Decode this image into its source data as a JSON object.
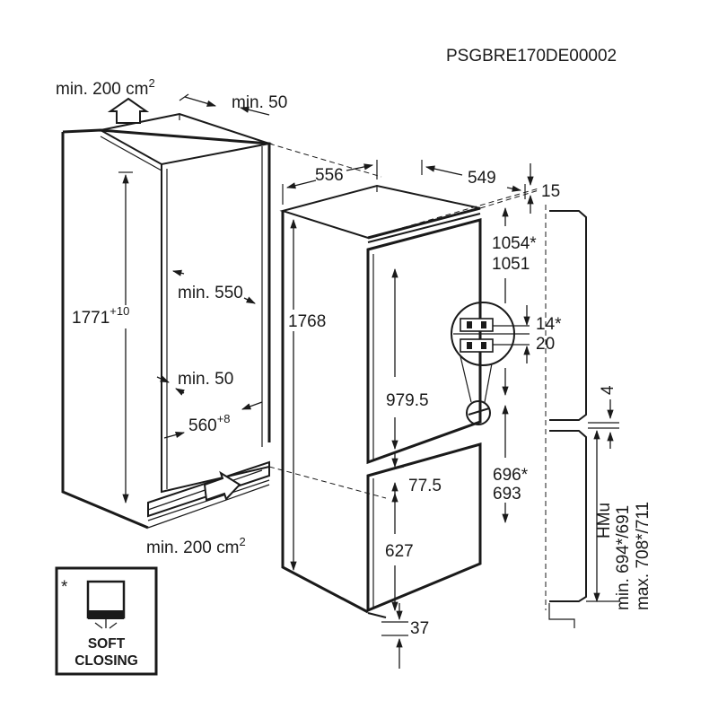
{
  "document_code": "PSGBRE170DE00002",
  "niche": {
    "vent_top": "min. 200 cm",
    "vent_top_exp": "2",
    "top_gap": "min. 50",
    "height": "1771",
    "height_tol": "+10",
    "depth": "min. 550",
    "side_gap": "min. 50",
    "width": "560",
    "width_tol": "+8",
    "vent_bottom": "min. 200 cm",
    "vent_bottom_exp": "2"
  },
  "appliance": {
    "width": "556",
    "depth": "549",
    "top_offset": "15",
    "height": "1768",
    "upper_door_a": "1054*",
    "upper_door_b": "1051",
    "upper_door": "979.5",
    "hinge_a": "14*",
    "hinge_b": "20",
    "gap": "77.5",
    "lower_door_a": "696*",
    "lower_door_b": "693",
    "lower_door": "627",
    "bottom": "37"
  },
  "furniture": {
    "gap": "4",
    "hmu_label": "HMu",
    "hmu_min": "min. 694*/691",
    "hmu_max": "max. 708*/711"
  },
  "badge": {
    "asterisk": "*",
    "line1": "SOFT",
    "line2": "CLOSING"
  }
}
